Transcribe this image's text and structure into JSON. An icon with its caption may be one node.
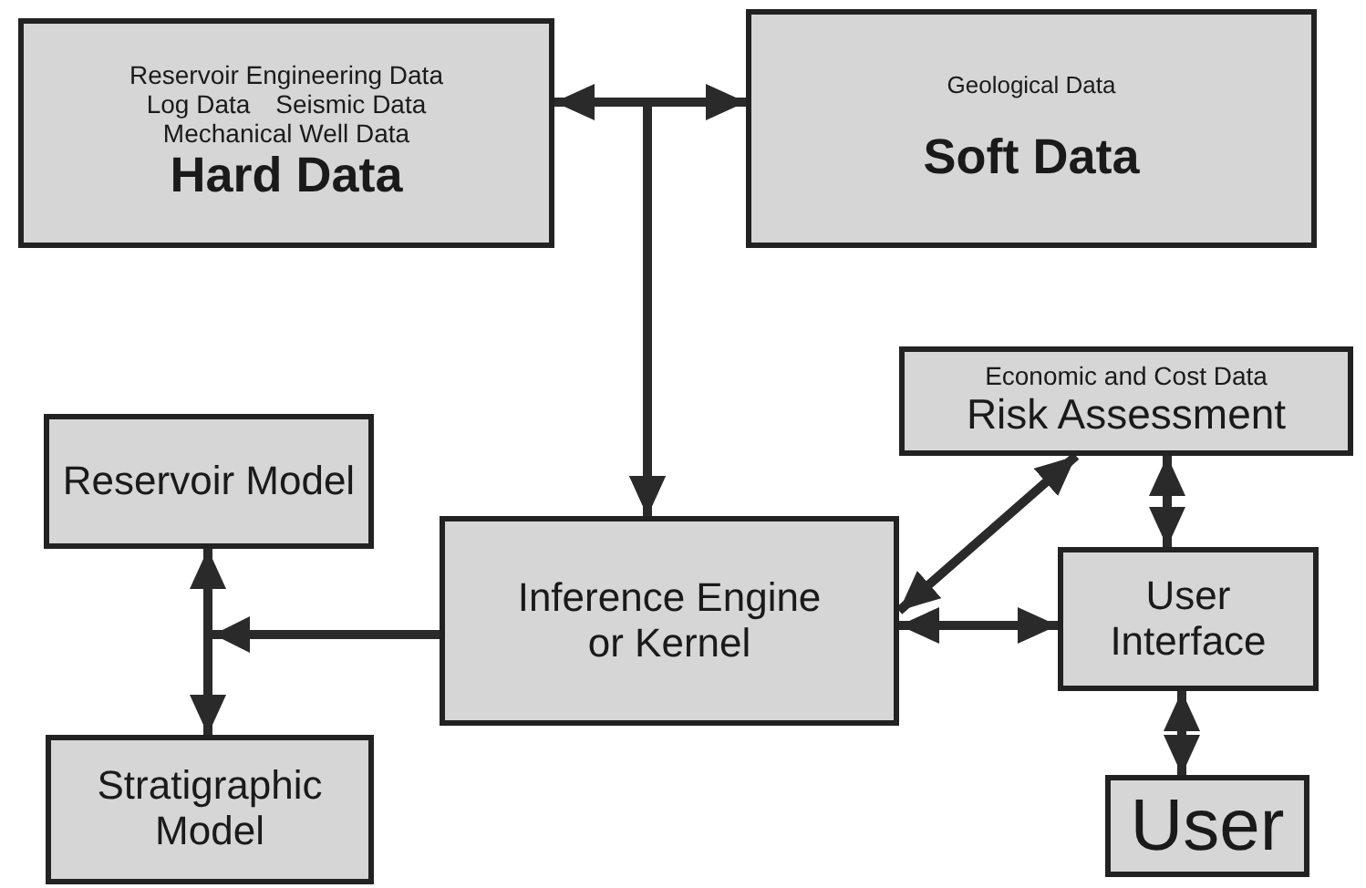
{
  "diagram": {
    "nodes": [
      {
        "text": [
          "Reservoir Engineering Data",
          "Log Data",
          "Seismic Data",
          "Mechanical Well Data",
          "Hard Data"
        ]
      },
      {
        "text": [
          "Geological Data",
          "Soft Data"
        ]
      },
      {
        "text": [
          "Reservoir Model"
        ]
      },
      {
        "text": [
          "Inference Engine or Kernel"
        ]
      },
      {
        "text": [
          "Economic and Cost Data",
          "Risk Assessment"
        ]
      },
      {
        "text": [
          "User Interface"
        ]
      },
      {
        "text": [
          "Stratigraphic Model"
        ]
      },
      {
        "text": [
          "User"
        ]
      }
    ],
    "edges": [
      {
        "from": 0,
        "to": 1,
        "arrow": "both"
      },
      {
        "from": 0,
        "to": 3,
        "arrow": "to"
      },
      {
        "from": 1,
        "to": 3,
        "arrow": "to"
      },
      {
        "from": 3,
        "to": 2,
        "arrow": "to"
      },
      {
        "from": 3,
        "to": 6,
        "arrow": "to"
      },
      {
        "from": 3,
        "to": 4,
        "arrow": "both"
      },
      {
        "from": 4,
        "to": 5,
        "arrow": "both"
      },
      {
        "from": 3,
        "to": 5,
        "arrow": "both"
      },
      {
        "from": 5,
        "to": 7,
        "arrow": "both"
      }
    ]
  }
}
